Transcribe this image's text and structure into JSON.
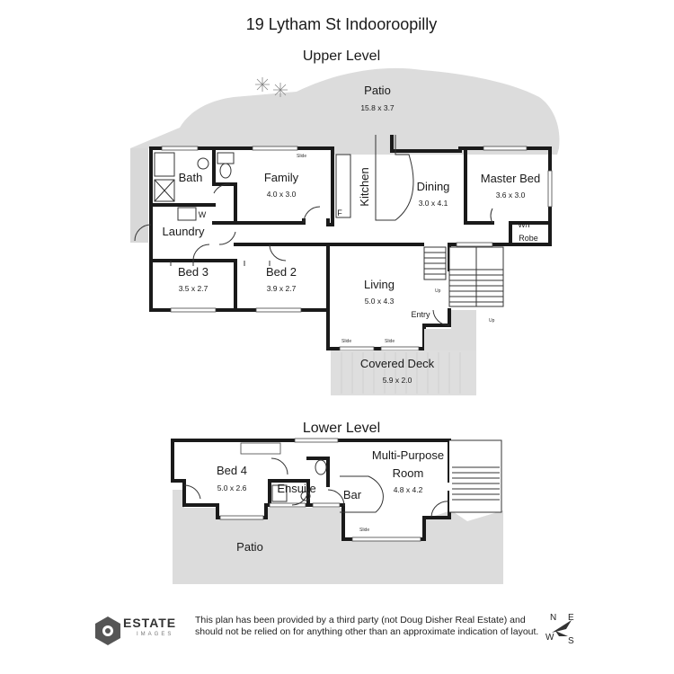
{
  "title": "19 Lytham St Indooroopilly",
  "upper_level": {
    "label": "Upper Level",
    "rooms": [
      {
        "id": "patio",
        "name": "Patio",
        "dims": "15.8 x 3.7"
      },
      {
        "id": "bath",
        "name": "Bath",
        "dims": ""
      },
      {
        "id": "family",
        "name": "Family",
        "dims": "4.0 x 3.0"
      },
      {
        "id": "kitchen",
        "name": "Kitchen",
        "dims": ""
      },
      {
        "id": "dining",
        "name": "Dining",
        "dims": "3.0 x 4.1"
      },
      {
        "id": "master-bed",
        "name": "Master Bed",
        "dims": "3.6 x 3.0"
      },
      {
        "id": "laundry",
        "name": "Laundry",
        "dims": ""
      },
      {
        "id": "bed3",
        "name": "Bed 3",
        "dims": "3.5 x 2.7"
      },
      {
        "id": "bed2",
        "name": "Bed 2",
        "dims": "3.9 x 2.7"
      },
      {
        "id": "living",
        "name": "Living",
        "dims": "5.0 x 4.3"
      },
      {
        "id": "covered-deck",
        "name": "Covered Deck",
        "dims": "5.9 x 2.0"
      }
    ],
    "labels": {
      "entry": "Entry",
      "wir_line1": "W/I",
      "wir_line2": "Robe",
      "w": "W",
      "f": "F",
      "slide": "Slide",
      "up": "Up"
    }
  },
  "lower_level": {
    "label": "Lower Level",
    "rooms": [
      {
        "id": "bed4",
        "name": "Bed 4",
        "dims": "5.0 x 2.6"
      },
      {
        "id": "ensuite",
        "name": "Ensuite",
        "dims": ""
      },
      {
        "id": "bar",
        "name": "Bar",
        "dims": ""
      },
      {
        "id": "multi-purpose",
        "name": "Multi-Purpose",
        "name2": "Room",
        "dims": "4.8 x 4.2"
      },
      {
        "id": "patio-lower",
        "name": "Patio",
        "dims": ""
      }
    ],
    "labels": {
      "slide": "Slide"
    }
  },
  "footer": {
    "logo_word": "ESTATE",
    "logo_sub": "IMAGES",
    "disclaimer": "This plan has been provided by a third party (not Doug Disher Real Estate) and should not be relied on for anything other than an approximate indication of layout.",
    "compass": [
      "N",
      "E",
      "S",
      "W"
    ]
  }
}
